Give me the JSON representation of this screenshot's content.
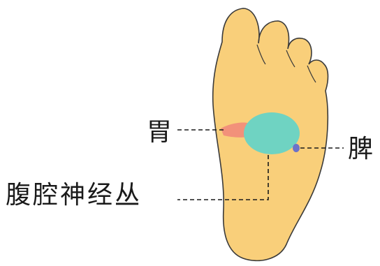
{
  "labels": {
    "stomach": "胃",
    "spleen": "脾",
    "solar_plexus": "腹腔神经丛"
  },
  "colors": {
    "foot": "#F9CF7A",
    "outline": "#3a3a3a",
    "stomach": "#F2917A",
    "solar_plexus": "#6FD3C2",
    "spleen": "#6C72C9"
  }
}
